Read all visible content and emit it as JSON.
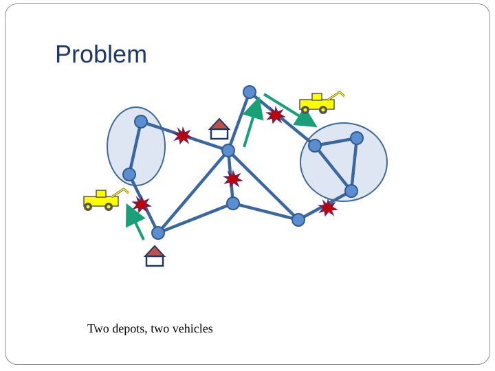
{
  "slide": {
    "title": "Problem",
    "caption": "Two depots, two vehicles"
  },
  "diagram": {
    "colors": {
      "edge": "#3a689e",
      "node_fill": "#5b8ed1",
      "node_stroke": "#2f5b8e",
      "cluster_fill": "#dde6f2",
      "cluster_stroke": "#3f6797",
      "arrow": "#19a078",
      "damage_fill": "#c00000",
      "damage_stroke": "#5a2a6a",
      "depot_roof": "#c0504d",
      "truck_body": "#ffff00"
    },
    "icons": [
      "network-node",
      "damage-burst",
      "depot-house",
      "tow-truck",
      "movement-arrow"
    ]
  }
}
